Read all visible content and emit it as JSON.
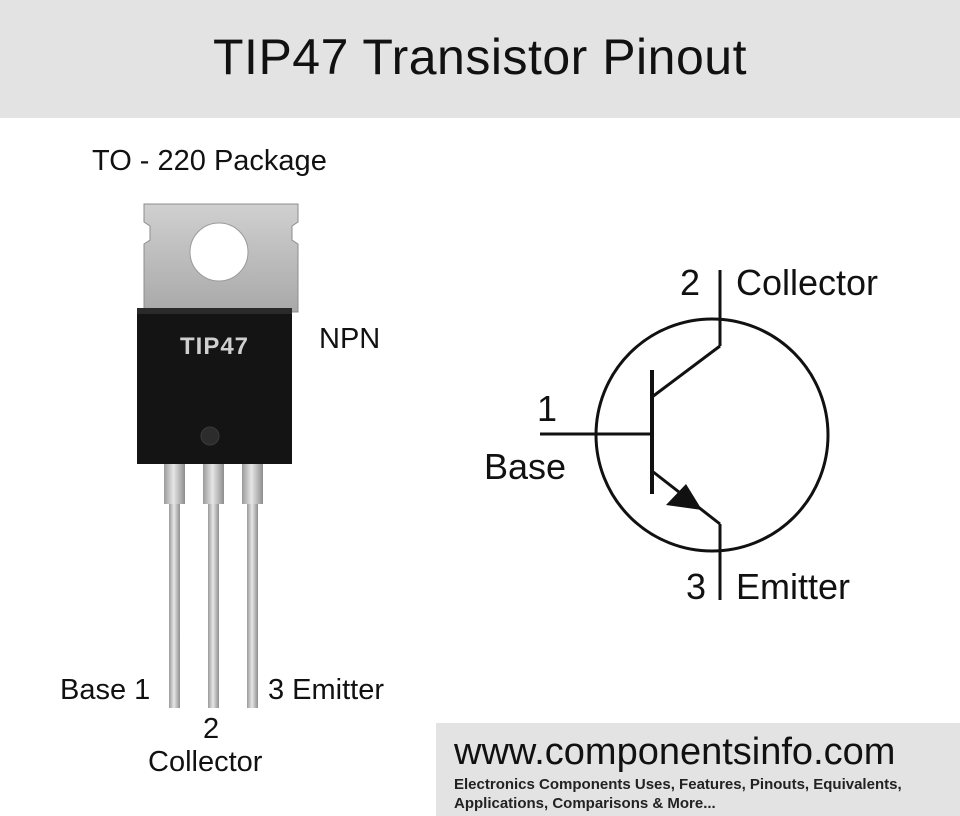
{
  "title": "TIP47 Transistor Pinout",
  "package": {
    "label": "TO - 220 Package",
    "marking": "TIP47",
    "type": "NPN"
  },
  "package_pins": {
    "pin1": "Base 1",
    "pin2_number": "2",
    "pin2_name": "Collector",
    "pin3": "3 Emitter"
  },
  "symbol": {
    "collector_number": "2",
    "collector_name": "Collector",
    "base_number": "1",
    "base_name": "Base",
    "emitter_number": "3",
    "emitter_name": "Emitter"
  },
  "footer": {
    "website": "www.componentsinfo.com",
    "tagline_line1": "Electronics Components Uses, Features, Pinouts, Equivalents,",
    "tagline_line2": "Applications, Comparisons & More..."
  },
  "colors": {
    "header_bg": "#e3e3e3",
    "tab_metal": "#bdbdbd",
    "body_black": "#141414",
    "lead_metal": "#c4c4c4"
  }
}
